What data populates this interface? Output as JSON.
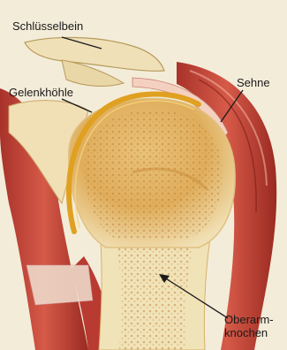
{
  "labels": {
    "collarbone": "Schlüsselbein",
    "glenoid": "Gelenkhöhle",
    "tendon": "Sehne",
    "humerus_line1": "Oberarm-",
    "humerus_line2": "knochen"
  },
  "colors": {
    "background": "#f3ecd9",
    "muscle": "#c8453a",
    "muscle_dark": "#9e2b24",
    "bone": "#f1e3b8",
    "bone_spongy": "#d8a24a",
    "cartilage": "#e0a020",
    "pointer": "#1a1a1a"
  }
}
